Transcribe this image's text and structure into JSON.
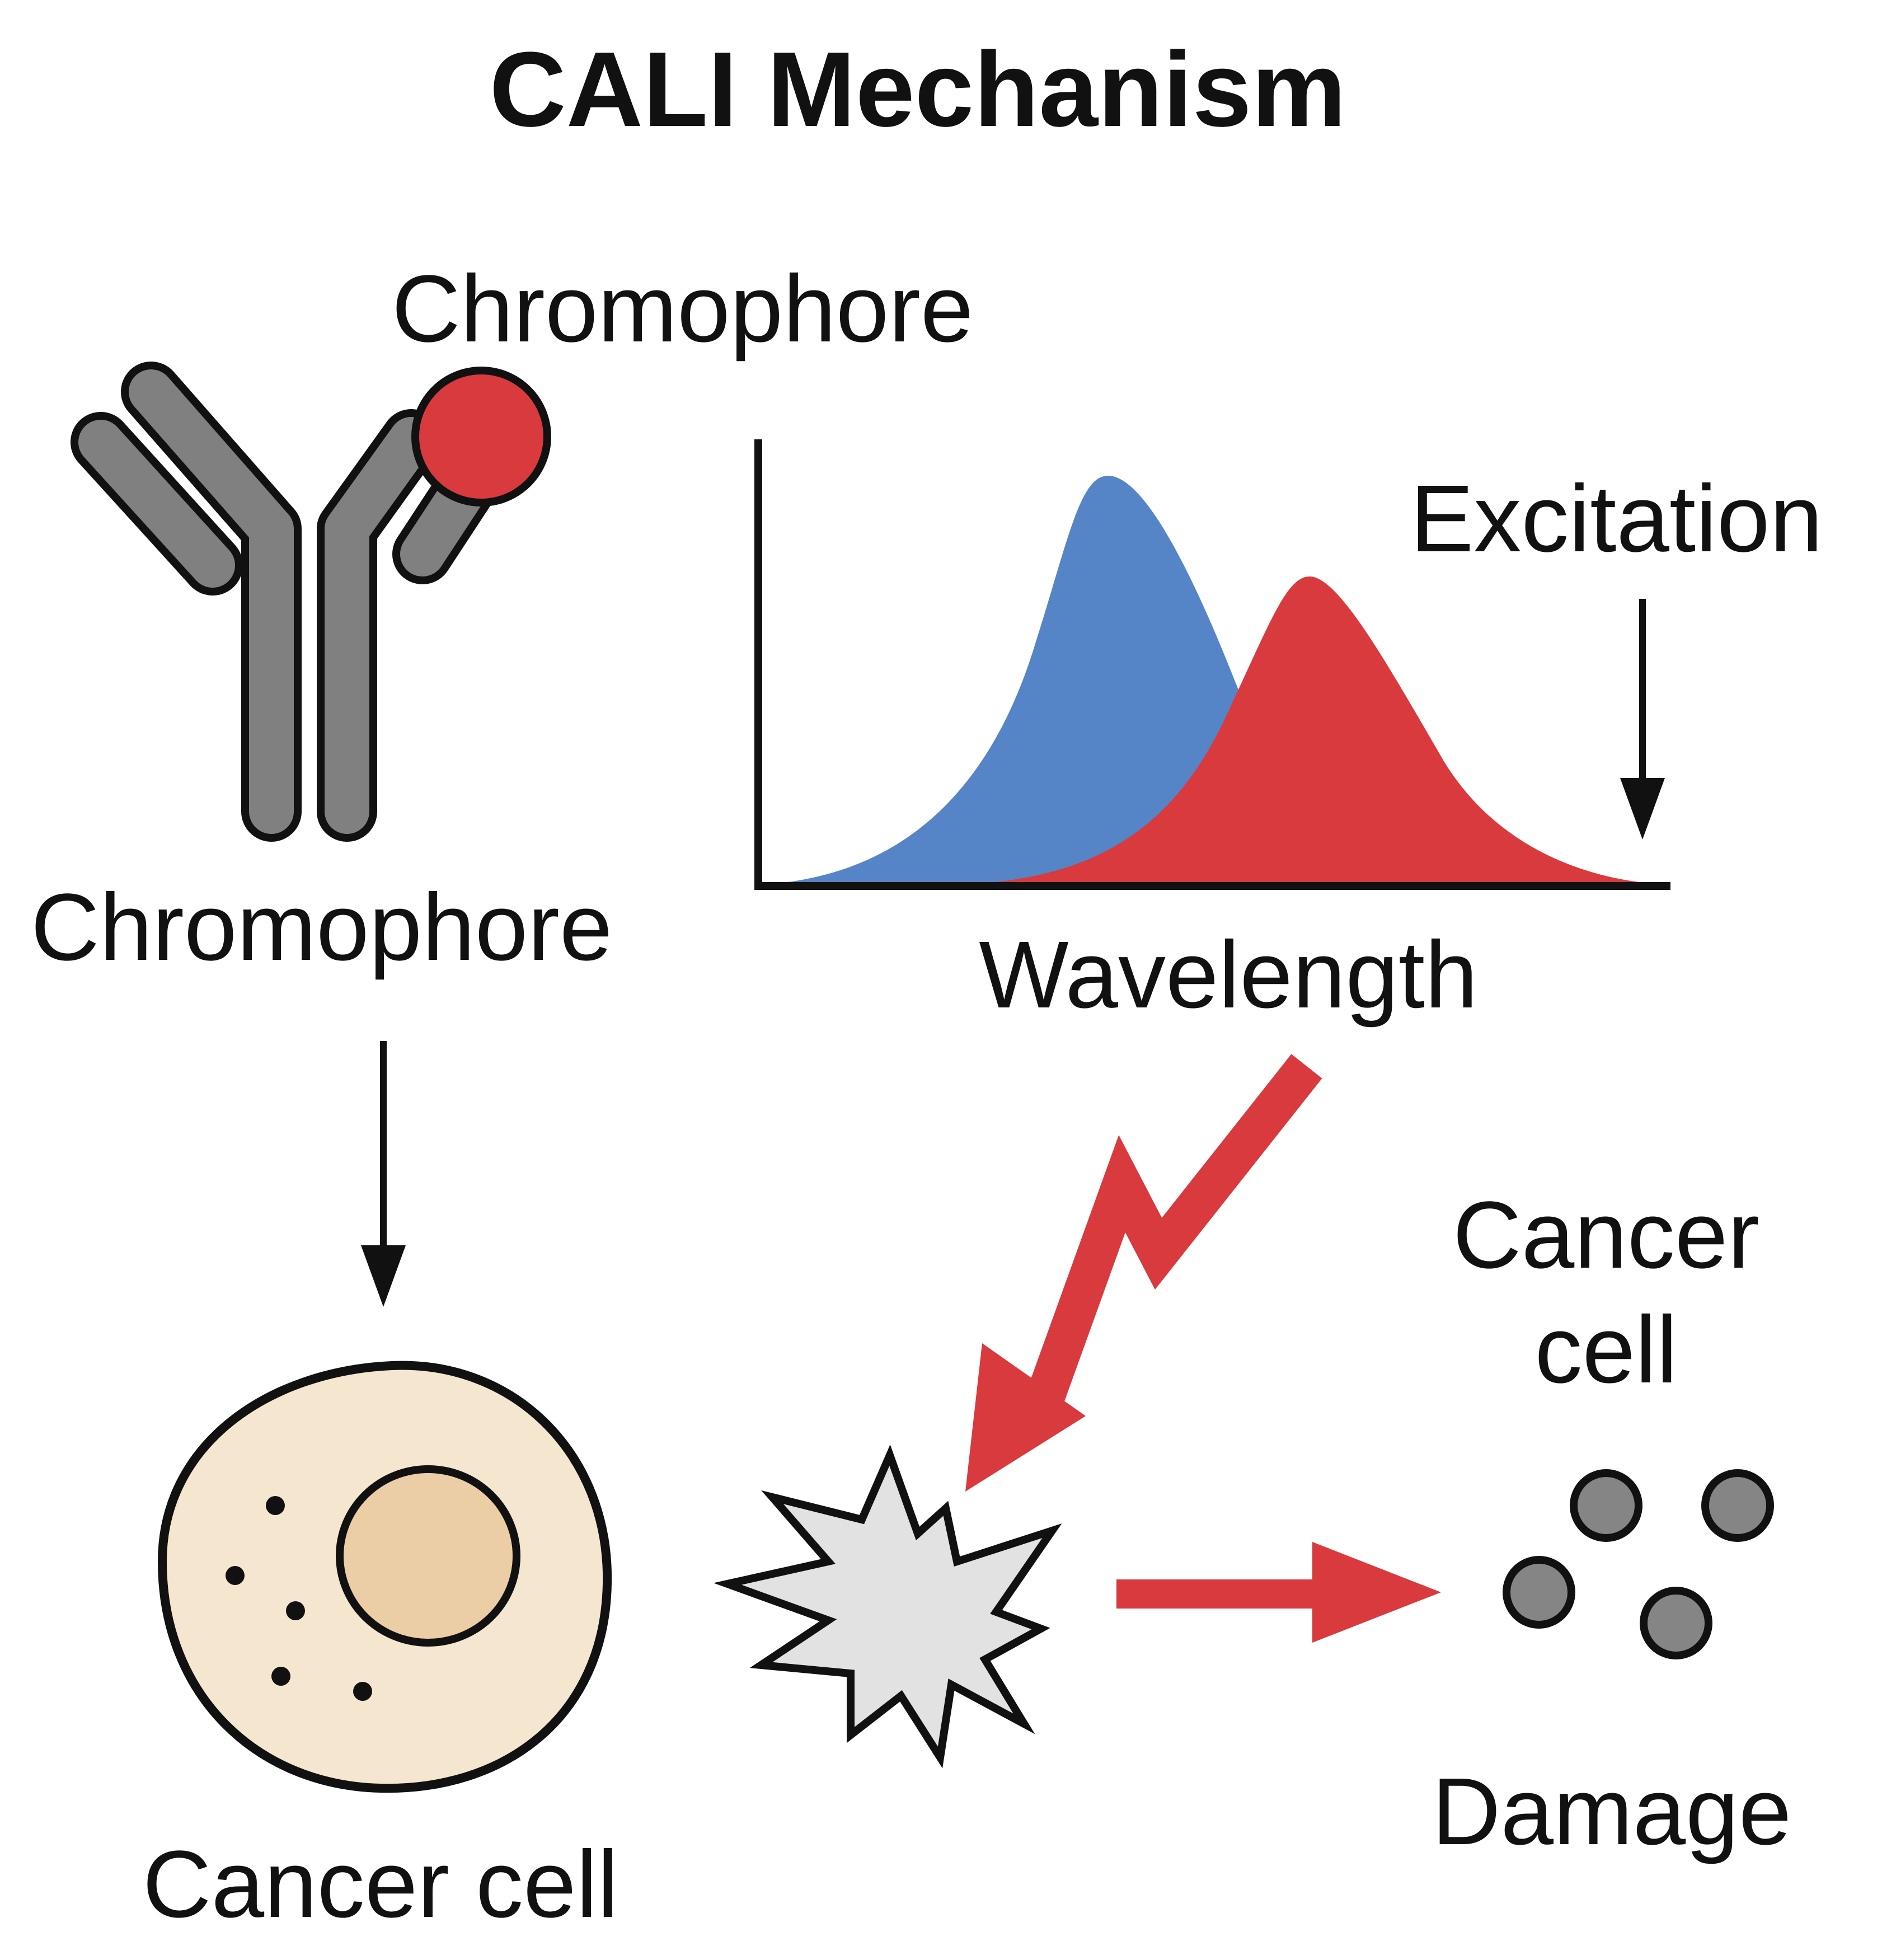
{
  "title": "CALI Mechanism",
  "labels": {
    "chromophore_top": "Chromophore",
    "chromophore_left": "Chromophore",
    "excitation": "Excitation",
    "wavelength": "Wavelength",
    "cancer_cell_right_line1": "Cancer",
    "cancer_cell_right_line2": "cell",
    "cancer_cell_bottom": "Cancer cell",
    "damage": "Damage"
  },
  "colors": {
    "antibody_gray": "#808080",
    "chromophore_red": "#d93a3e",
    "absorption_blue": "#5584c7",
    "emission_red": "#d93a3e",
    "cell_cytoplasm": "#f5e6d0",
    "cell_nucleus": "#ebcda6",
    "burst_fill": "#e2e2e2",
    "fragment_gray": "#858585",
    "outline": "#111111"
  },
  "icons": {
    "antibody": "antibody-icon",
    "cell": "cancer-cell-icon",
    "burst": "damage-burst-icon",
    "lightning": "light-lightning-icon",
    "fragments": "protein-fragments-icon"
  }
}
